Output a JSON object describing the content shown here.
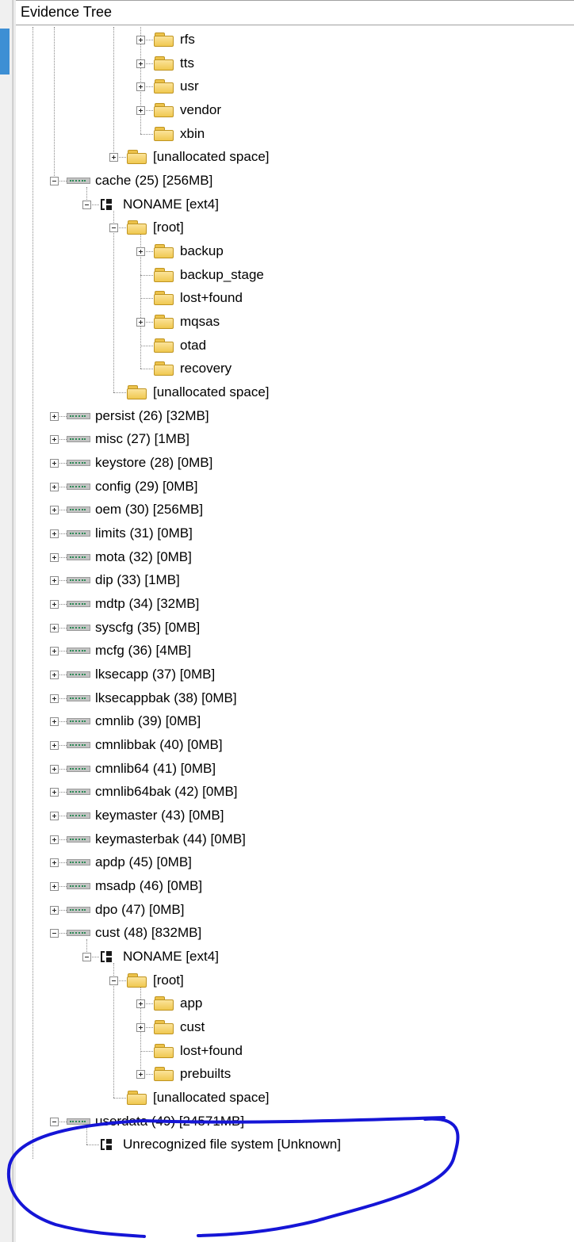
{
  "panel": {
    "title": "Evidence Tree"
  },
  "colors": {
    "annotation": "#1515d6",
    "left_accent": "#3d8fd4"
  },
  "tree": [
    {
      "label": "rfs",
      "icon": "folder-icon",
      "depth": 4,
      "expander": "collapsed"
    },
    {
      "label": "tts",
      "icon": "folder-icon",
      "depth": 4,
      "expander": "collapsed"
    },
    {
      "label": "usr",
      "icon": "folder-icon",
      "depth": 4,
      "expander": "collapsed"
    },
    {
      "label": "vendor",
      "icon": "folder-icon",
      "depth": 4,
      "expander": "collapsed"
    },
    {
      "label": "xbin",
      "icon": "folder-icon",
      "depth": 4,
      "expander": "none"
    },
    {
      "label": "[unallocated space]",
      "icon": "folder-icon",
      "depth": 3,
      "expander": "collapsed"
    },
    {
      "label": "cache (25) [256MB]",
      "icon": "partition-drive-icon",
      "depth": 1,
      "expander": "expanded"
    },
    {
      "label": "NONAME [ext4]",
      "icon": "file-system-icon",
      "depth": 2,
      "expander": "expanded"
    },
    {
      "label": "[root]",
      "icon": "folder-icon",
      "depth": 3,
      "expander": "expanded"
    },
    {
      "label": "backup",
      "icon": "folder-icon",
      "depth": 4,
      "expander": "collapsed"
    },
    {
      "label": "backup_stage",
      "icon": "folder-icon",
      "depth": 4,
      "expander": "none"
    },
    {
      "label": "lost+found",
      "icon": "folder-icon",
      "depth": 4,
      "expander": "none"
    },
    {
      "label": "mqsas",
      "icon": "folder-icon",
      "depth": 4,
      "expander": "collapsed"
    },
    {
      "label": "otad",
      "icon": "folder-icon",
      "depth": 4,
      "expander": "none"
    },
    {
      "label": "recovery",
      "icon": "folder-icon",
      "depth": 4,
      "expander": "none"
    },
    {
      "label": "[unallocated space]",
      "icon": "folder-icon",
      "depth": 3,
      "expander": "none"
    },
    {
      "label": "persist (26) [32MB]",
      "icon": "partition-drive-icon",
      "depth": 1,
      "expander": "collapsed"
    },
    {
      "label": "misc (27) [1MB]",
      "icon": "partition-drive-icon",
      "depth": 1,
      "expander": "collapsed"
    },
    {
      "label": "keystore (28) [0MB]",
      "icon": "partition-drive-icon",
      "depth": 1,
      "expander": "collapsed"
    },
    {
      "label": "config (29) [0MB]",
      "icon": "partition-drive-icon",
      "depth": 1,
      "expander": "collapsed"
    },
    {
      "label": "oem (30) [256MB]",
      "icon": "partition-drive-icon",
      "depth": 1,
      "expander": "collapsed"
    },
    {
      "label": "limits (31) [0MB]",
      "icon": "partition-drive-icon",
      "depth": 1,
      "expander": "collapsed"
    },
    {
      "label": "mota (32) [0MB]",
      "icon": "partition-drive-icon",
      "depth": 1,
      "expander": "collapsed"
    },
    {
      "label": "dip (33) [1MB]",
      "icon": "partition-drive-icon",
      "depth": 1,
      "expander": "collapsed"
    },
    {
      "label": "mdtp (34) [32MB]",
      "icon": "partition-drive-icon",
      "depth": 1,
      "expander": "collapsed"
    },
    {
      "label": "syscfg (35) [0MB]",
      "icon": "partition-drive-icon",
      "depth": 1,
      "expander": "collapsed"
    },
    {
      "label": "mcfg (36) [4MB]",
      "icon": "partition-drive-icon",
      "depth": 1,
      "expander": "collapsed"
    },
    {
      "label": "lksecapp (37) [0MB]",
      "icon": "partition-drive-icon",
      "depth": 1,
      "expander": "collapsed"
    },
    {
      "label": "lksecappbak (38) [0MB]",
      "icon": "partition-drive-icon",
      "depth": 1,
      "expander": "collapsed"
    },
    {
      "label": "cmnlib (39) [0MB]",
      "icon": "partition-drive-icon",
      "depth": 1,
      "expander": "collapsed"
    },
    {
      "label": "cmnlibbak (40) [0MB]",
      "icon": "partition-drive-icon",
      "depth": 1,
      "expander": "collapsed"
    },
    {
      "label": "cmnlib64 (41) [0MB]",
      "icon": "partition-drive-icon",
      "depth": 1,
      "expander": "collapsed"
    },
    {
      "label": "cmnlib64bak (42) [0MB]",
      "icon": "partition-drive-icon",
      "depth": 1,
      "expander": "collapsed"
    },
    {
      "label": "keymaster (43) [0MB]",
      "icon": "partition-drive-icon",
      "depth": 1,
      "expander": "collapsed"
    },
    {
      "label": "keymasterbak (44) [0MB]",
      "icon": "partition-drive-icon",
      "depth": 1,
      "expander": "collapsed"
    },
    {
      "label": "apdp (45) [0MB]",
      "icon": "partition-drive-icon",
      "depth": 1,
      "expander": "collapsed"
    },
    {
      "label": "msadp (46) [0MB]",
      "icon": "partition-drive-icon",
      "depth": 1,
      "expander": "collapsed"
    },
    {
      "label": "dpo (47) [0MB]",
      "icon": "partition-drive-icon",
      "depth": 1,
      "expander": "collapsed"
    },
    {
      "label": "cust (48) [832MB]",
      "icon": "partition-drive-icon",
      "depth": 1,
      "expander": "expanded"
    },
    {
      "label": "NONAME [ext4]",
      "icon": "file-system-icon",
      "depth": 2,
      "expander": "expanded"
    },
    {
      "label": "[root]",
      "icon": "folder-icon",
      "depth": 3,
      "expander": "expanded"
    },
    {
      "label": "app",
      "icon": "folder-icon",
      "depth": 4,
      "expander": "collapsed"
    },
    {
      "label": "cust",
      "icon": "folder-icon",
      "depth": 4,
      "expander": "collapsed"
    },
    {
      "label": "lost+found",
      "icon": "folder-icon",
      "depth": 4,
      "expander": "none"
    },
    {
      "label": "prebuilts",
      "icon": "folder-icon",
      "depth": 4,
      "expander": "collapsed"
    },
    {
      "label": "[unallocated space]",
      "icon": "folder-icon",
      "depth": 3,
      "expander": "none"
    },
    {
      "label": "userdata (49) [24571MB]",
      "icon": "partition-drive-icon",
      "depth": 1,
      "expander": "expanded"
    },
    {
      "label": "Unrecognized file system [Unknown]",
      "icon": "file-system-icon",
      "depth": 2,
      "expander": "none"
    }
  ]
}
